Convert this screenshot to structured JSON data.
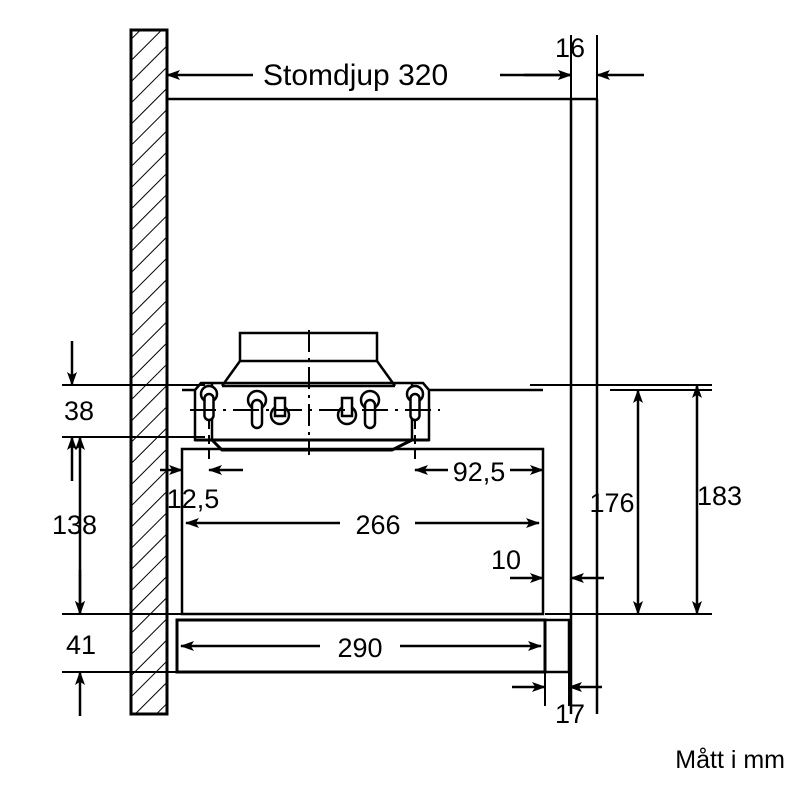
{
  "drawing": {
    "title": "Stomdjup 320",
    "unit_note": "Mått i mm",
    "line_color": "#000000",
    "background_color": "#ffffff",
    "dimensions": {
      "cabinet_depth": "320",
      "panel_thickness": "16",
      "top_offset": "38",
      "mid_height": "138",
      "bottom_height": "41",
      "front_inset": "12,5",
      "body_width": "266",
      "rear_offset": "92,5",
      "gap": "10",
      "base_width": "290",
      "end_cap": "17",
      "height_inner": "176",
      "height_outer": "183"
    }
  }
}
